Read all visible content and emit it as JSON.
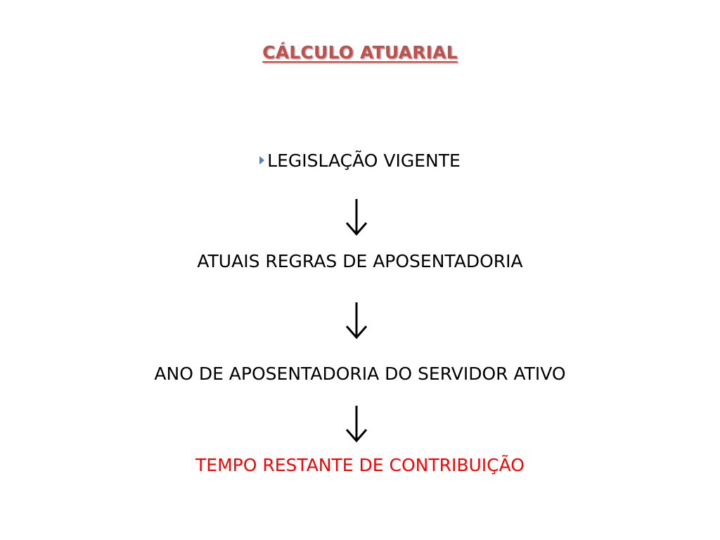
{
  "slide": {
    "title": "CÁLCULO ATUARIAL",
    "steps": [
      {
        "label": "LEGISLAÇÃO VIGENTE",
        "bullet": "blue-triangle-bullet-icon"
      },
      {
        "label": "ATUAIS REGRAS DE APOSENTADORIA"
      },
      {
        "label": "ANO DE APOSENTADORIA DO SERVIDOR ATIVO"
      },
      {
        "label": "TEMPO RESTANTE DE CONTRIBUIÇÃO"
      }
    ],
    "connector_icon": "down-arrow-icon"
  },
  "colors": {
    "title": "#c0504d",
    "text": "#000000",
    "highlight": "#ff0000",
    "bullet": "#4f81bd",
    "background": "#ffffff"
  }
}
